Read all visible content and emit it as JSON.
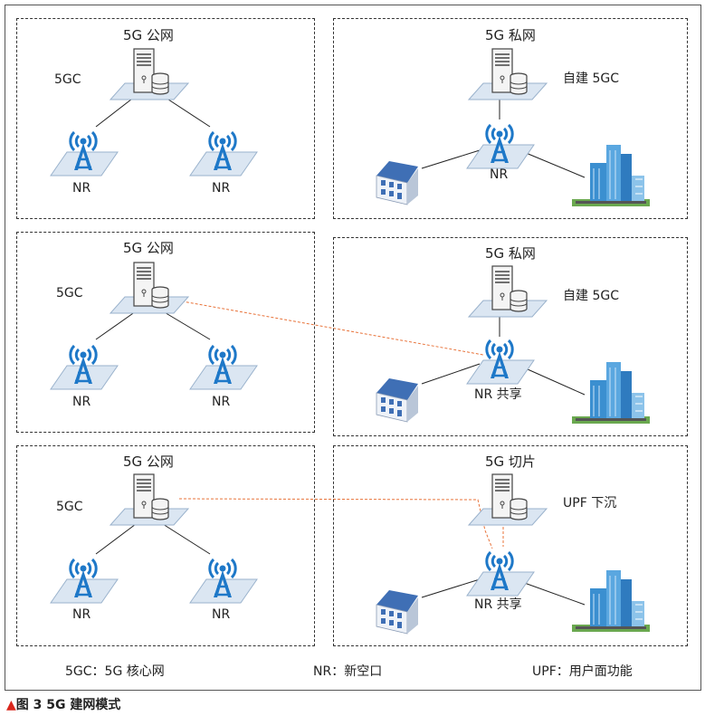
{
  "rows": [
    {
      "left": {
        "title": "5G 公网",
        "core_label": "5GC",
        "nr_left": "NR",
        "nr_right": "NR"
      },
      "right": {
        "title": "5G 私网",
        "core_label": "自建 5GC",
        "nr_label": "NR"
      }
    },
    {
      "left": {
        "title": "5G 公网",
        "core_label": "5GC",
        "nr_left": "NR",
        "nr_right": "NR"
      },
      "right": {
        "title": "5G 私网",
        "core_label": "自建 5GC",
        "nr_label": "NR 共享"
      }
    },
    {
      "left": {
        "title": "5G 公网",
        "core_label": "5GC",
        "nr_left": "NR",
        "nr_right": "NR"
      },
      "right": {
        "title": "5G 切片",
        "core_label": "UPF 下沉",
        "nr_label": "NR 共享"
      }
    }
  ],
  "legend": {
    "item1": "5GC：5G 核心网",
    "item2": "NR：新空口",
    "item3": "UPF：用户面功能"
  },
  "caption": {
    "marker": "▲",
    "text": "图 3  5G 建网模式"
  },
  "colors": {
    "tower": "#1e78c8",
    "link_dashed": "#e8733a",
    "pad": "#dbe6f2",
    "building": "#3b8fd0",
    "house_roof": "#3f6fb5"
  },
  "icons": [
    "server-icon",
    "database-icon",
    "antenna-tower-icon",
    "house-icon",
    "office-building-icon"
  ]
}
